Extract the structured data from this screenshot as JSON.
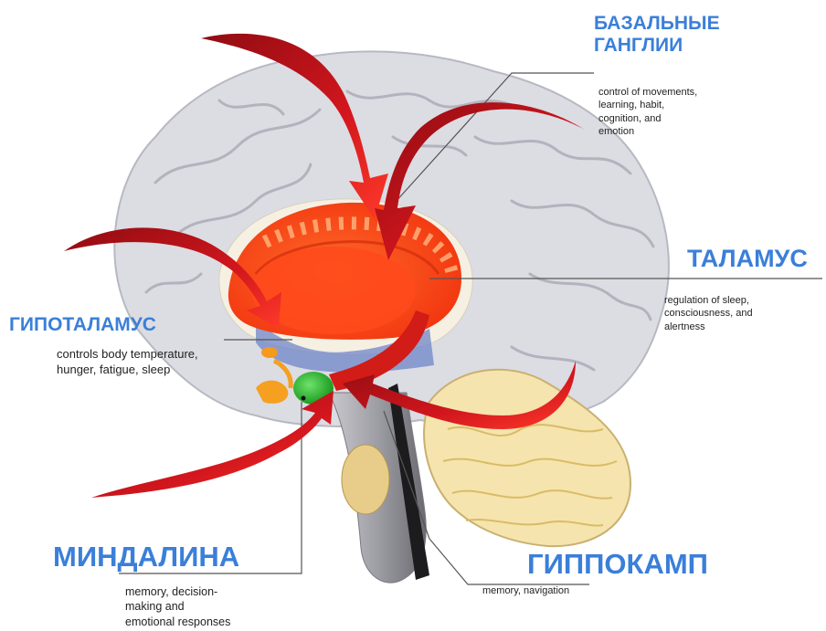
{
  "labels": {
    "basal_ganglia": {
      "title_line1": "БАЗАЛЬНЫЕ",
      "title_line2": "ГАНГЛИИ",
      "desc_line1": "control of movements,",
      "desc_line2": "learning, habit,",
      "desc_line3": "cognition, and",
      "desc_line4": "emotion"
    },
    "thalamus": {
      "title": "ТАЛАМУС",
      "desc_line1": "regulation of sleep,",
      "desc_line2": "consciousness, and",
      "desc_line3": "alertness"
    },
    "hypothalamus": {
      "title": "ГИПОТАЛАМУС",
      "desc_line1": "controls body temperature,",
      "desc_line2": "hunger, fatigue, sleep"
    },
    "amygdala": {
      "title": "МИНДАЛИНА",
      "desc_line1": "memory, decision-",
      "desc_line2": "making and",
      "desc_line3": "emotional responses"
    },
    "hippocampus": {
      "title": "ГИППОКАМП",
      "desc_line1": "memory, navigation"
    }
  },
  "colors": {
    "title_blue": "#3a7fd9",
    "arrow_red": "#c8141b",
    "brain_grey": "#d9d9e0",
    "basal_orange": "#ff4a1c",
    "amygdala_green": "#22b22a",
    "cerebellum_yellow": "#f3dfa3"
  }
}
